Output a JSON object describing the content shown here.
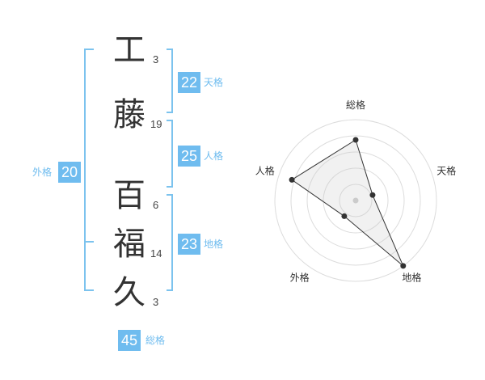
{
  "name": {
    "characters": [
      {
        "char": "工",
        "strokes": "3"
      },
      {
        "char": "藤",
        "strokes": "19"
      },
      {
        "char": "百",
        "strokes": "6"
      },
      {
        "char": "福",
        "strokes": "14"
      },
      {
        "char": "久",
        "strokes": "3"
      }
    ]
  },
  "fortune": {
    "tenkaku": {
      "value": "22",
      "label": "天格"
    },
    "jinkaku": {
      "value": "25",
      "label": "人格"
    },
    "chikaku": {
      "value": "23",
      "label": "地格"
    },
    "gaikaku": {
      "value": "20",
      "label": "外格"
    },
    "soukaku": {
      "value": "45",
      "label": "総格"
    }
  },
  "colors": {
    "accent": "#6fbcef",
    "bracket": "#7cc3ee"
  },
  "chart_data": {
    "type": "radar",
    "axes": [
      "総格",
      "天格",
      "地格",
      "外格",
      "人格"
    ],
    "values": [
      0.75,
      0.22,
      1.0,
      0.24,
      0.83
    ],
    "rings": 5
  }
}
